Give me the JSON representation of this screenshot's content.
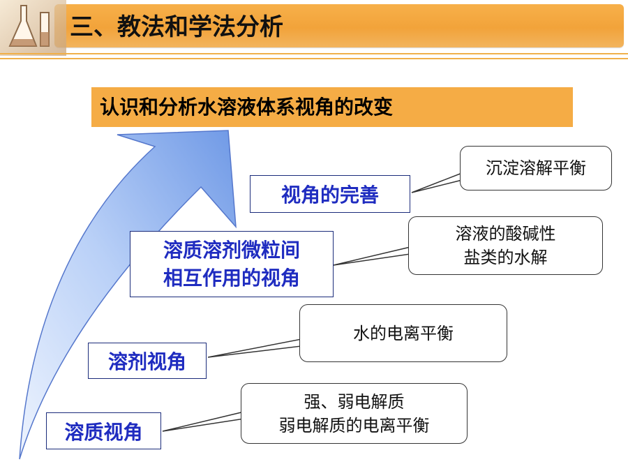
{
  "slide": {
    "title": "三、教法和学法分析",
    "banner": "认识和分析水溶液体系视角的改变"
  },
  "levels": [
    {
      "id": "solute",
      "lines": [
        "溶质视角"
      ]
    },
    {
      "id": "solvent",
      "lines": [
        "溶剂视角"
      ]
    },
    {
      "id": "interaction",
      "lines": [
        "溶质溶剂微粒间",
        "相互作用的视角"
      ]
    },
    {
      "id": "perfect",
      "lines": [
        "视角的完善"
      ]
    }
  ],
  "callouts": [
    {
      "id": "electrolyte",
      "lines": [
        "强、弱电解质",
        "弱电解质的电离平衡"
      ]
    },
    {
      "id": "water",
      "lines": [
        "水的电离平衡"
      ]
    },
    {
      "id": "acidity",
      "lines": [
        "溶液的酸碱性",
        "盐类的水解"
      ]
    },
    {
      "id": "precipitation",
      "lines": [
        "沉淀溶解平衡"
      ]
    }
  ],
  "colors": {
    "header": "#f2a33a",
    "banner": "#f5ac45",
    "level_text": "#1f2cc0",
    "level_border": "#1a2b7a",
    "arrow_light": "#d6e4fb",
    "arrow_dark": "#7aa2e8"
  }
}
